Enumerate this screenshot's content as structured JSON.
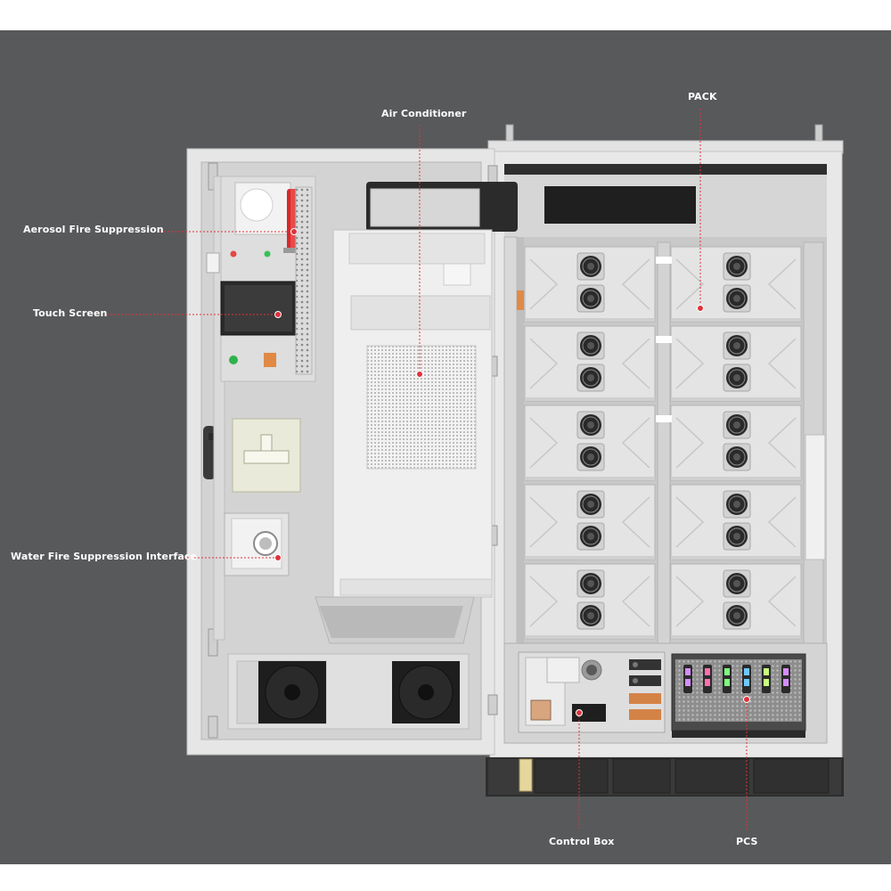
{
  "labels": {
    "air_conditioner": "Air Conditioner",
    "pack": "PACK",
    "aerosol": "Aerosol Fire Suppression",
    "touch_screen": "Touch Screen",
    "water_interface": "Water Fire Suppression Interface",
    "control_box": "Control Box",
    "pcs": "PCS"
  },
  "colors": {
    "background": "#58595b",
    "cabinet": "#e9e9e9",
    "leader_line": "#e0323c",
    "marker": "#e0323c",
    "extinguisher": "#d8282a"
  },
  "battery_modules": {
    "columns": 2,
    "rows": 5,
    "fans_per_module": 2
  },
  "pcs_indicator_colors": [
    "#d58cff",
    "#ff6fb0",
    "#7dff7d",
    "#6fc8ff",
    "#c8ff7d",
    "#d58cff"
  ]
}
